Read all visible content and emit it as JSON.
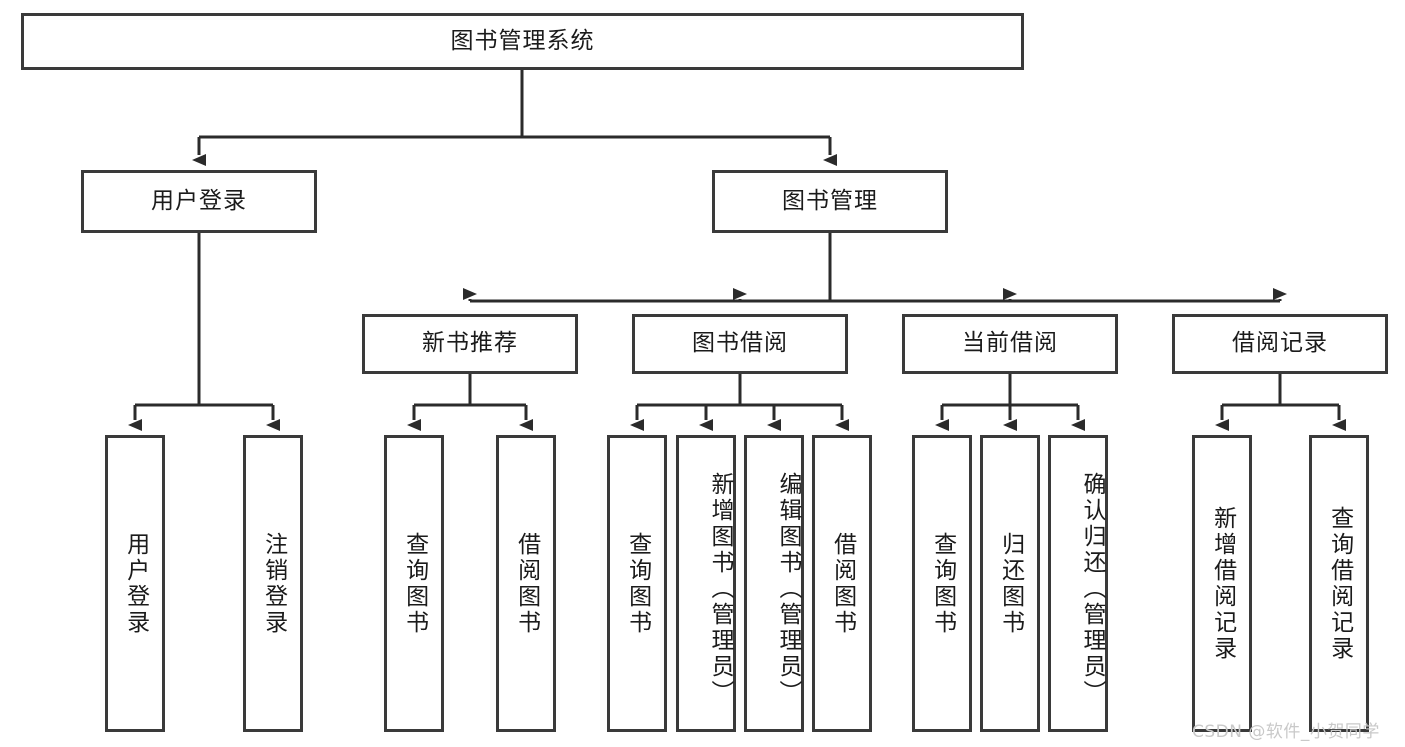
{
  "diagram": {
    "type": "tree",
    "title": "图书管理系统",
    "watermark": "CSDN @软件_小贺同学",
    "colors": {
      "node_border": "#3a3a3a",
      "node_fill": "#ffffff",
      "edge": "#2b2b2b",
      "text": "#1b1b1b",
      "watermark": "#c9c9c9",
      "background": "#ffffff"
    },
    "nodes": {
      "root": {
        "label": "图书管理系统"
      },
      "level1": [
        {
          "id": "user-login",
          "label": "用户登录"
        },
        {
          "id": "book-management",
          "label": "图书管理"
        }
      ],
      "level2": [
        {
          "id": "new-book-recommend",
          "label": "新书推荐"
        },
        {
          "id": "book-borrow",
          "label": "图书借阅"
        },
        {
          "id": "current-borrow",
          "label": "当前借阅"
        },
        {
          "id": "borrow-record",
          "label": "借阅记录"
        }
      ],
      "leaves": {
        "user_login": [
          {
            "id": "leaf-user-login",
            "label": "用户登录"
          },
          {
            "id": "leaf-logout",
            "label": "注销登录"
          }
        ],
        "new_book_recommend": [
          {
            "id": "leaf-query-book-1",
            "label": "查询图书"
          },
          {
            "id": "leaf-borrow-book-1",
            "label": "借阅图书"
          }
        ],
        "book_borrow": [
          {
            "id": "leaf-query-book-2",
            "label": "查询图书"
          },
          {
            "id": "leaf-add-book",
            "label": "新增图书（管理员）"
          },
          {
            "id": "leaf-edit-book",
            "label": "编辑图书（管理员）"
          },
          {
            "id": "leaf-borrow-book-2",
            "label": "借阅图书"
          }
        ],
        "current_borrow": [
          {
            "id": "leaf-query-book-3",
            "label": "查询图书"
          },
          {
            "id": "leaf-return-book",
            "label": "归还图书"
          },
          {
            "id": "leaf-confirm-return",
            "label": "确认归还（管理员）"
          }
        ],
        "borrow_record": [
          {
            "id": "leaf-add-record",
            "label": "新增借阅记录"
          },
          {
            "id": "leaf-query-record",
            "label": "查询借阅记录"
          }
        ]
      }
    }
  }
}
